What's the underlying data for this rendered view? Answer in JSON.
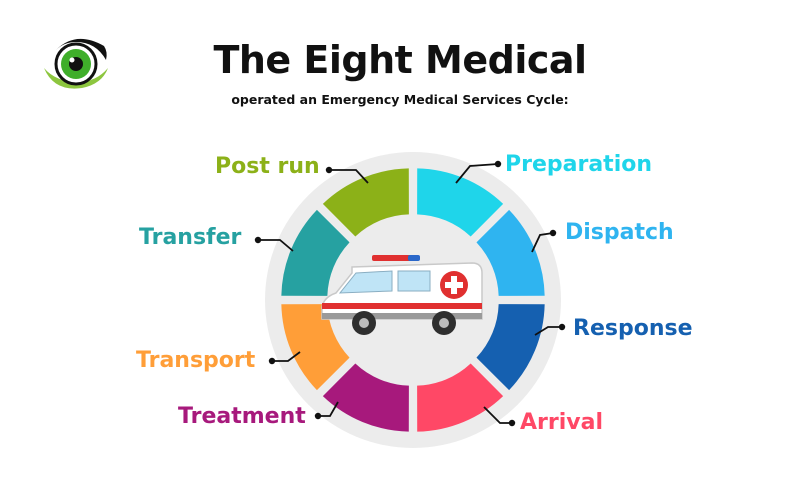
{
  "header": {
    "title": "The Eight Medical",
    "subtitle": "operated an Emergency Medical Services Cycle:"
  },
  "logo": {
    "icon": "eye-icon",
    "iris_color": "#3fae2a",
    "accent_color": "#8dc63f"
  },
  "center": {
    "icon": "ambulance-icon"
  },
  "stages": [
    {
      "label": "Preparation",
      "color": "#1fd5ea"
    },
    {
      "label": "Dispatch",
      "color": "#2fb4f0"
    },
    {
      "label": "Response",
      "color": "#1560b0"
    },
    {
      "label": "Arrival",
      "color": "#ff4866"
    },
    {
      "label": "Treatment",
      "color": "#a7197c"
    },
    {
      "label": "Transport",
      "color": "#ff9e38"
    },
    {
      "label": "Transfer",
      "color": "#26a1a1"
    },
    {
      "label": "Post run",
      "color": "#8cb118"
    }
  ]
}
